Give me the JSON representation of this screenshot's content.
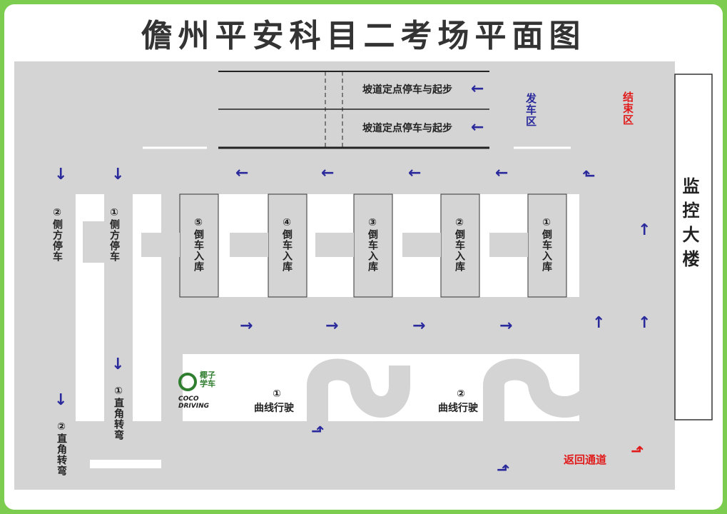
{
  "title": "儋州平安科目二考场平面图",
  "colors": {
    "background": "#7ccc4f",
    "road": "#d4d4d4",
    "arrow": "#2a2a9c",
    "start": "#2a2a9c",
    "end": "#e11b1b",
    "return": "#e11b1b"
  },
  "labels": {
    "slope1": "坡道定点停车与起步",
    "slope2": "坡道定点停车与起步",
    "start_area": "发车区",
    "end_area": "结束区",
    "building": "监控大楼",
    "side_parking_2": "②侧方停车",
    "side_parking_1": "①侧方停车",
    "reverse_5": "⑤倒车入库",
    "reverse_4": "④倒车入库",
    "reverse_3": "③倒车入库",
    "reverse_2": "②倒车入库",
    "reverse_1": "①倒车入库",
    "right_angle_1": "①直角转弯",
    "right_angle_2": "②直角转弯",
    "curve_1_num": "①",
    "curve_1": "曲线行驶",
    "curve_2_num": "②",
    "curve_2": "曲线行驶",
    "return_lane": "返回通道"
  },
  "logo": {
    "name": "椰子学车",
    "subtitle": "COCO DRIVING"
  },
  "arrows": {
    "left": "←",
    "right": "→",
    "up": "↑",
    "down": "↓",
    "turn_up_right": "⬏",
    "turn_up_left": "⬑"
  }
}
